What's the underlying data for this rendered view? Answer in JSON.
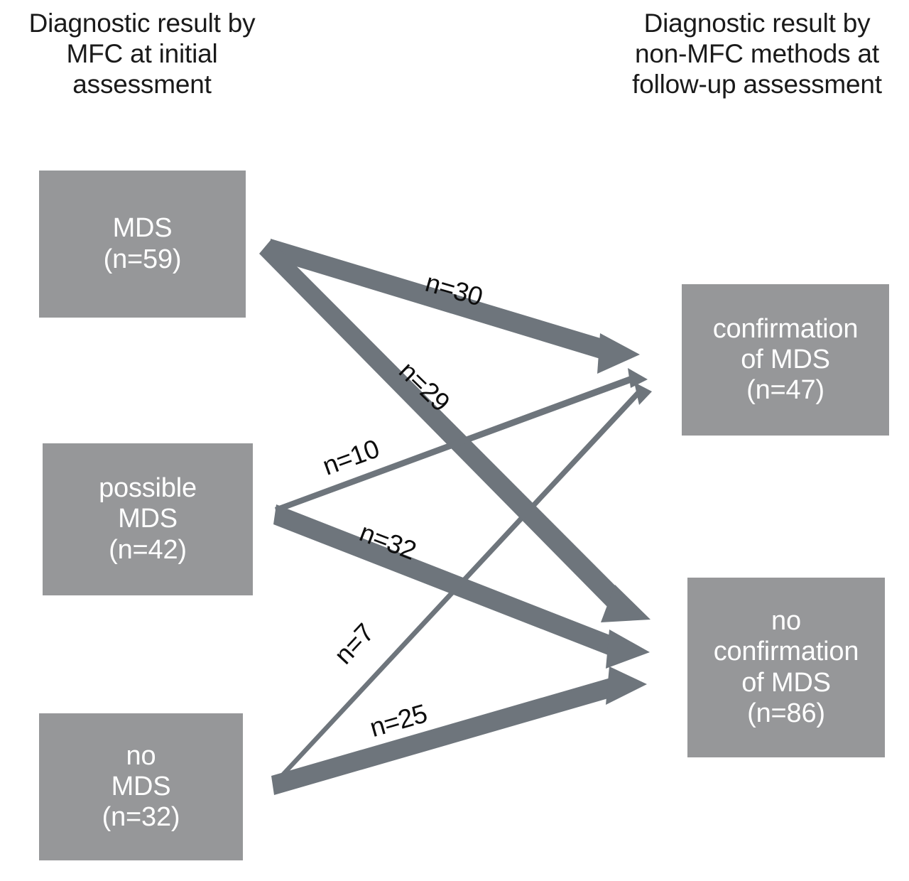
{
  "headers": {
    "left": "Diagnostic result by\nMFC at initial\nassessment",
    "right": "Diagnostic result by\nnon-MFC methods at\nfollow-up assessment"
  },
  "colors": {
    "box_fill": "#969799",
    "box_text": "#ffffff",
    "arrow": "#6e757c",
    "label_text": "#0d0d0d",
    "background": "#ffffff"
  },
  "chart_data": {
    "type": "diagram",
    "title": "Diagnostic result by MFC at initial assessment vs non-MFC methods at follow-up assessment",
    "source_nodes": [
      {
        "id": "mds",
        "label": "MDS\n(n=59)",
        "name": "MDS",
        "n": 59
      },
      {
        "id": "possible_mds",
        "label": "possible\nMDS\n(n=42)",
        "name": "possible MDS",
        "n": 42
      },
      {
        "id": "no_mds",
        "label": "no\nMDS\n(n=32)",
        "name": "no MDS",
        "n": 32
      }
    ],
    "target_nodes": [
      {
        "id": "confirmation",
        "label": "confirmation\nof MDS\n(n=47)",
        "name": "confirmation of MDS",
        "n": 47
      },
      {
        "id": "no_confirmation",
        "label": "no\nconfirmation\nof MDS\n(n=86)",
        "name": "no confirmation of MDS",
        "n": 86
      }
    ],
    "flows": [
      {
        "from": "mds",
        "to": "confirmation",
        "label": "n=30",
        "n": 30,
        "weight": "thick"
      },
      {
        "from": "mds",
        "to": "no_confirmation",
        "label": "n=29",
        "n": 29,
        "weight": "thick"
      },
      {
        "from": "possible_mds",
        "to": "confirmation",
        "label": "n=10",
        "n": 10,
        "weight": "thin"
      },
      {
        "from": "possible_mds",
        "to": "no_confirmation",
        "label": "n=32",
        "n": 32,
        "weight": "thick"
      },
      {
        "from": "no_mds",
        "to": "confirmation",
        "label": "n=7",
        "n": 7,
        "weight": "thin"
      },
      {
        "from": "no_mds",
        "to": "no_confirmation",
        "label": "n=25",
        "n": 25,
        "weight": "thick"
      }
    ]
  },
  "nodes": {
    "mds": "MDS\n(n=59)",
    "possible_mds": "possible\nMDS\n(n=42)",
    "no_mds": "no\nMDS\n(n=32)",
    "confirmation": "confirmation\nof MDS\n(n=47)",
    "no_confirmation": "no\nconfirmation\nof MDS\n(n=86)"
  },
  "edge_labels": {
    "mds_to_confirmation": "n=30",
    "mds_to_no_confirmation": "n=29",
    "possible_to_confirmation": "n=10",
    "possible_to_no_confirmation": "n=32",
    "no_mds_to_confirmation": "n=7",
    "no_mds_to_no_confirmation": "n=25"
  }
}
